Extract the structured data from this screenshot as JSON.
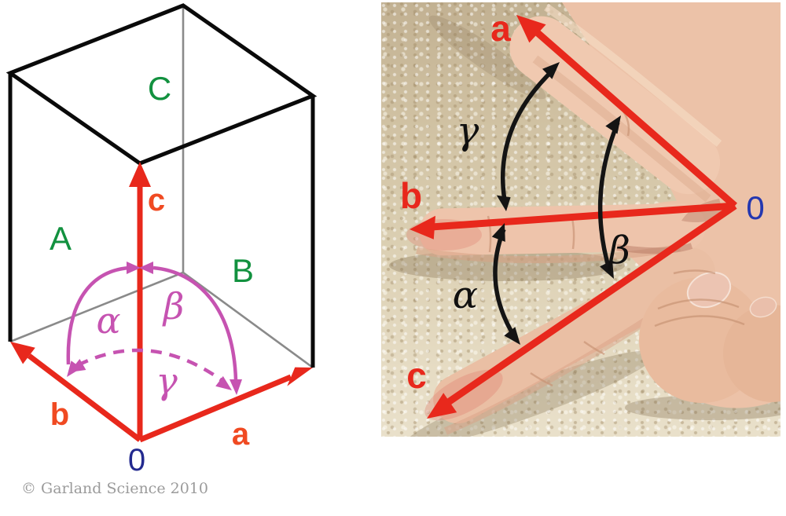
{
  "unit_cell": {
    "face_labels": {
      "A": "A",
      "B": "B",
      "C": "C"
    },
    "axis_labels": {
      "a": "a",
      "b": "b",
      "c": "c"
    },
    "angle_labels": {
      "alpha": "α",
      "beta": "β",
      "gamma": "γ"
    },
    "origin_label": "0"
  },
  "hand_photo": {
    "axis_labels": {
      "a": "a",
      "b": "b",
      "c": "c"
    },
    "angle_labels": {
      "alpha": "α",
      "beta": "β",
      "gamma": "γ"
    },
    "origin_label": "0"
  },
  "footer": {
    "copyright": "© Garland Science 2010"
  },
  "colors": {
    "axis_red": "#e8281c",
    "axis_label_red": "#f04a22",
    "face_label_green": "#12913f",
    "origin_navy": "#232a8f",
    "angle_magenta": "#c653b1",
    "hidden_edge_gray": "#8a8a8a",
    "edge_black": "#0a0a0a",
    "angle_arrow_black": "#141414",
    "photo_origin_blue": "#2437b0",
    "copyright_gray": "#9b9b9b",
    "carpet_tan": "#d5c7a8",
    "skin": "#ecc2a8"
  }
}
